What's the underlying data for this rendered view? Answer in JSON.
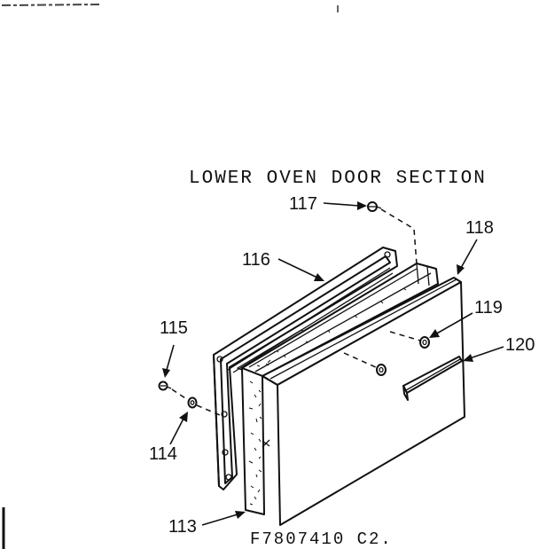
{
  "diagram": {
    "title": "LOWER OVEN DOOR SECTION",
    "drawing_code": "F7807410 C2.",
    "parts": [
      {
        "id": "p113",
        "label": "113"
      },
      {
        "id": "p114",
        "label": "114"
      },
      {
        "id": "p115",
        "label": "115"
      },
      {
        "id": "p116",
        "label": "116"
      },
      {
        "id": "p117",
        "label": "117"
      },
      {
        "id": "p118",
        "label": "118"
      },
      {
        "id": "p119",
        "label": "119"
      },
      {
        "id": "p120",
        "label": "120"
      }
    ]
  }
}
